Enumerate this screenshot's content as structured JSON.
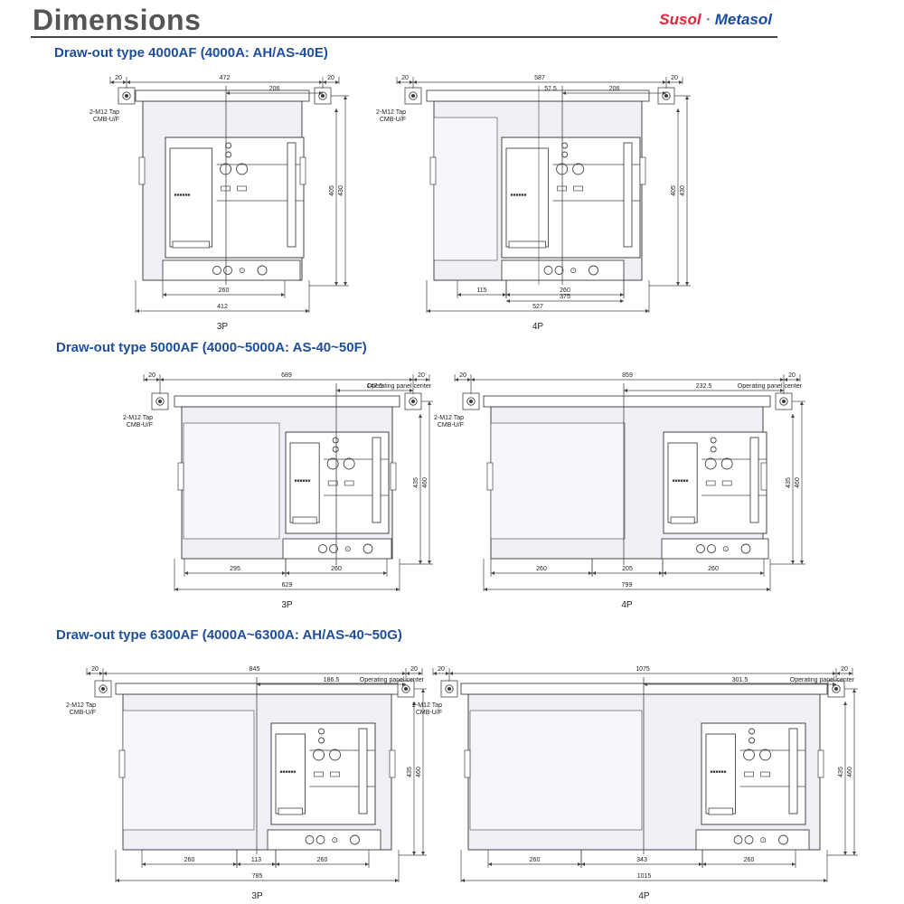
{
  "header": {
    "title": "Dimensions",
    "brand_primary": "Susol",
    "brand_separator": "·",
    "brand_secondary": "Metasol",
    "brand_colors": {
      "primary": "#e2233a",
      "secondary": "#1a4aa0",
      "separator": "#8a8a8a"
    }
  },
  "colors": {
    "section_title": "#1f4e9c",
    "line": "#444444",
    "panel_fill": "#eef0f6"
  },
  "sections": [
    {
      "title": "Draw-out type 4000AF (4000A: AH/AS-40E)",
      "views": [
        {
          "pole": "3P",
          "tap_label": [
            "2-M12 Tap",
            "CMB-U/F"
          ],
          "dims": {
            "flange_left": "20",
            "flange_right": "20",
            "top_width": "472",
            "to_center": "206",
            "height_inner": "405",
            "height_outer": "430",
            "bottom_inner": "260",
            "bottom_outer": "412"
          }
        },
        {
          "pole": "4P",
          "tap_label": [
            "2-M12 Tap",
            "CMB-U/F"
          ],
          "dims": {
            "flange_left": "20",
            "flange_right": "20",
            "top_width": "587",
            "offset": "57.5",
            "to_center": "206",
            "height_inner": "405",
            "height_outer": "430",
            "bottom_left": "115",
            "bottom_inner": "260",
            "bottom_mid": "375",
            "bottom_outer": "527"
          }
        }
      ]
    },
    {
      "title": "Draw-out type 5000AF (4000~5000A: AS-40~50F)",
      "views": [
        {
          "pole": "3P",
          "tap_label": [
            "2-M12 Tap",
            "CMB-U/F"
          ],
          "center_label": "Operating panel center",
          "dims": {
            "flange_left": "20",
            "flange_right": "20",
            "top_width": "689",
            "to_center": "147.5",
            "height_inner": "435",
            "height_outer": "460",
            "bottom_left": "295",
            "bottom_inner": "260",
            "bottom_outer": "629"
          }
        },
        {
          "pole": "4P",
          "tap_label": [
            "2-M12 Tap",
            "CMB-U/F"
          ],
          "center_label": "Operating panel center",
          "dims": {
            "flange_left": "20",
            "flange_right": "20",
            "top_width": "859",
            "to_center": "232.5",
            "height_inner": "435",
            "height_outer": "460",
            "bottom_left": "260",
            "bottom_mid": "205",
            "bottom_inner": "260",
            "bottom_outer": "799"
          }
        }
      ]
    },
    {
      "title": "Draw-out type 6300AF (4000A~6300A: AH/AS-40~50G)",
      "views": [
        {
          "pole": "3P",
          "tap_label": [
            "2-M12 Tap",
            "CMB-U/F"
          ],
          "center_label": "Operating panel center",
          "dims": {
            "flange_left": "20",
            "flange_right": "20",
            "top_width": "845",
            "to_center": "186.5",
            "height_inner": "435",
            "height_outer": "460",
            "bottom_left": "260",
            "bottom_mid": "113",
            "bottom_inner": "260",
            "bottom_outer": "785"
          }
        },
        {
          "pole": "4P",
          "tap_label": [
            "2-M12 Tap",
            "CMB-U/F"
          ],
          "center_label": "Operating panel center",
          "dims": {
            "flange_left": "20",
            "flange_right": "20",
            "top_width": "1075",
            "to_center": "301.5",
            "height_inner": "435",
            "height_outer": "460",
            "bottom_left": "260",
            "bottom_mid": "343",
            "bottom_inner": "260",
            "bottom_outer": "1015"
          }
        }
      ]
    }
  ]
}
